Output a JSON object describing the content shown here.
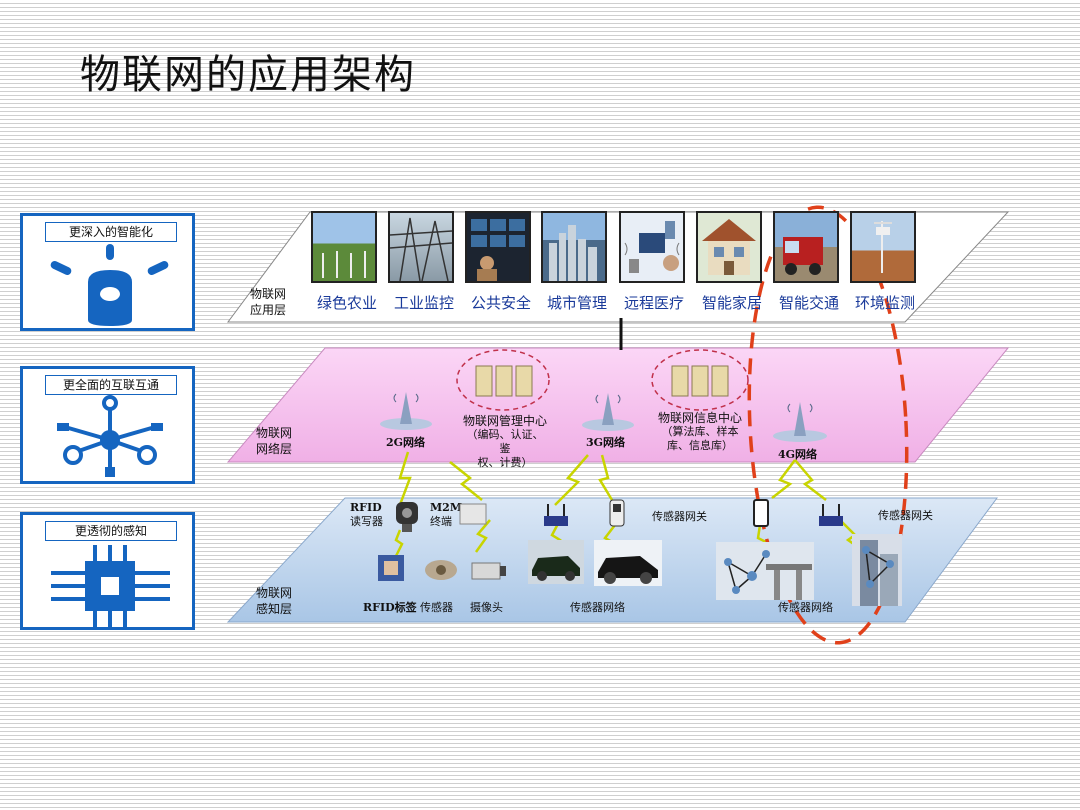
{
  "title": "物联网的应用架构",
  "side_panels": [
    {
      "label": "更深入的智能化",
      "icon": "bulb-icon"
    },
    {
      "label": "更全面的互联互通",
      "icon": "hub-network-icon"
    },
    {
      "label": "更透彻的感知",
      "icon": "chip-icon"
    }
  ],
  "layers": {
    "application": {
      "name_line1": "物联网",
      "name_line2": "应用层",
      "apps": [
        "绿色农业",
        "工业监控",
        "公共安全",
        "城市管理",
        "远程医疗",
        "智能家居",
        "智能交通",
        "环境监测"
      ]
    },
    "network": {
      "name_line1": "物联网",
      "name_line2": "网络层",
      "nets": [
        "2G网络",
        "3G网络",
        "4G网络"
      ],
      "mgmt_center": {
        "title": "物联网管理中心",
        "detail_line1": "（编码、认证、鉴",
        "detail_line2": "权、计费）"
      },
      "info_center": {
        "title": "物联网信息中心",
        "detail_line1": "（算法库、样本",
        "detail_line2": "库、信息库）"
      }
    },
    "perception": {
      "name_line1": "物联网",
      "name_line2": "感知层",
      "rfid_reader_line1": "RFID",
      "rfid_reader_line2": "读写器",
      "m2m_line1": "M2M",
      "m2m_line2": "终端",
      "gateway_1": "传感器网关",
      "gateway_2": "传感器网关",
      "rfid_tag": "RFID标签",
      "sensor": "传感器",
      "camera": "摄像头",
      "sensor_net_1": "传感器网络",
      "sensor_net_2": "传感器网络"
    }
  },
  "colors": {
    "accent_blue": "#1565c0",
    "network_layer": "#f7c6f0",
    "perception_layer": "#c9ddf2",
    "highlight_ellipse": "#e0401a"
  }
}
